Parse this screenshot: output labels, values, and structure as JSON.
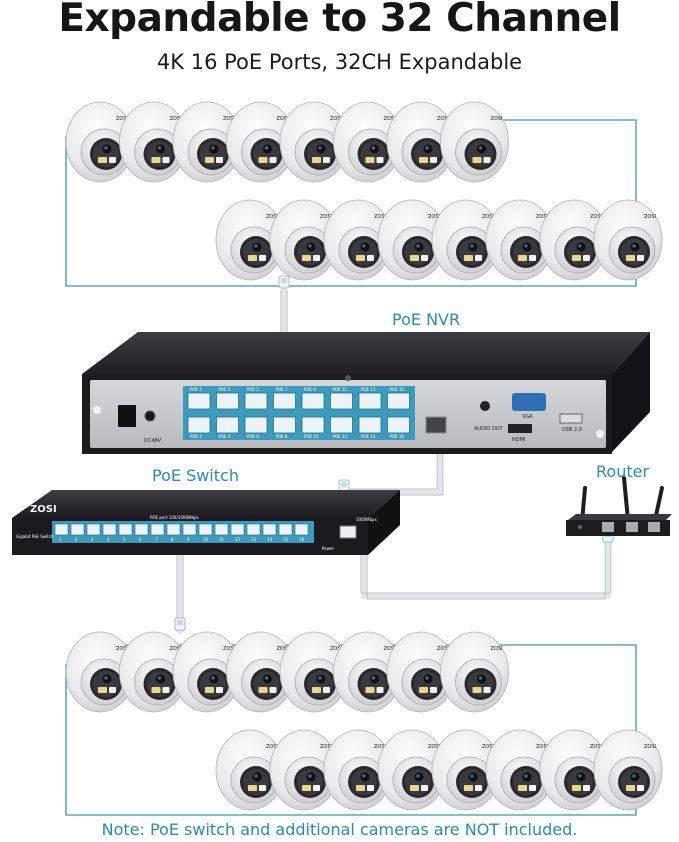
{
  "title": "Expandable to 32 Channel",
  "subtitle": "4K 16 PoE Ports, 32CH Expandable",
  "labels": {
    "nvr": "PoE NVR",
    "switch": "PoE Switch",
    "router": "Router",
    "note": "Note: PoE switch and additional cameras are NOT included."
  },
  "brand": "ZOSI",
  "nvr_panel": {
    "power_label": "DC48V",
    "audio_label": "AUDIO OUT",
    "hdmi_label": "HDMI",
    "vga_label": "VGA",
    "usb_label": "USB 2.0",
    "port_top_labels": [
      "POE 1",
      "POE 3",
      "POE 5",
      "POE 7",
      "POE 9",
      "POE 11",
      "POE 13",
      "POE 15"
    ],
    "port_bottom_labels": [
      "POE 2",
      "POE 4",
      "POE 6",
      "POE 8",
      "POE 10",
      "POE 12",
      "POE 14",
      "POE 16"
    ]
  },
  "switch_panel": {
    "port_title": "POE port 100/1000Mbps",
    "uplink_label": "1000Mbps",
    "side_label": "Gigabit PoE Switch",
    "power_label": "Power",
    "port_numbers": [
      "1",
      "2",
      "3",
      "4",
      "5",
      "6",
      "7",
      "8",
      "9",
      "10",
      "11",
      "12",
      "13",
      "14",
      "15",
      "16"
    ]
  },
  "camera_groups": [
    {
      "name": "top-back",
      "count": 8
    },
    {
      "name": "top-front",
      "count": 8
    },
    {
      "name": "bottom-back",
      "count": 8
    },
    {
      "name": "bottom-front",
      "count": 8
    }
  ],
  "colors": {
    "accent": "#2e8ba9",
    "line": "#5aa8c4",
    "port_blue": "#3c9bbd",
    "device_dark": "#1e1e20"
  }
}
